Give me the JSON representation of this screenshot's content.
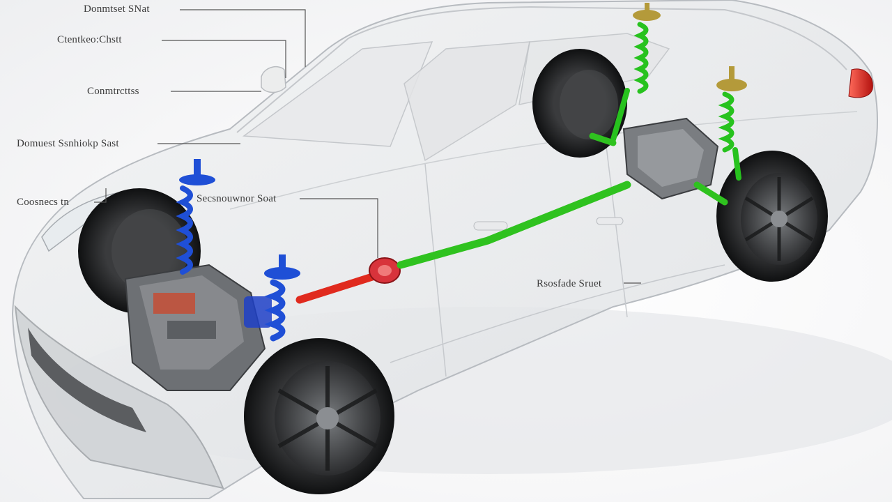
{
  "callouts": [
    "Donmtset SNat",
    "Ctentkeo:Chstt",
    "Conmtrcttss",
    "Domuest Ssnhiokp Sast",
    "Coosnecs tn",
    "Secsnouwnor Soat",
    "Rsosfade Sruet"
  ],
  "colors": {
    "front_suspension": "#1f4fd6",
    "rear_suspension": "#27c21e",
    "front_driveshaft": "#e02a1e",
    "rear_driveshaft": "#2fc21f",
    "tail_light": "#d41f1f",
    "body_outline": "#b7bbc0",
    "label_text": "#3a3a3a"
  }
}
